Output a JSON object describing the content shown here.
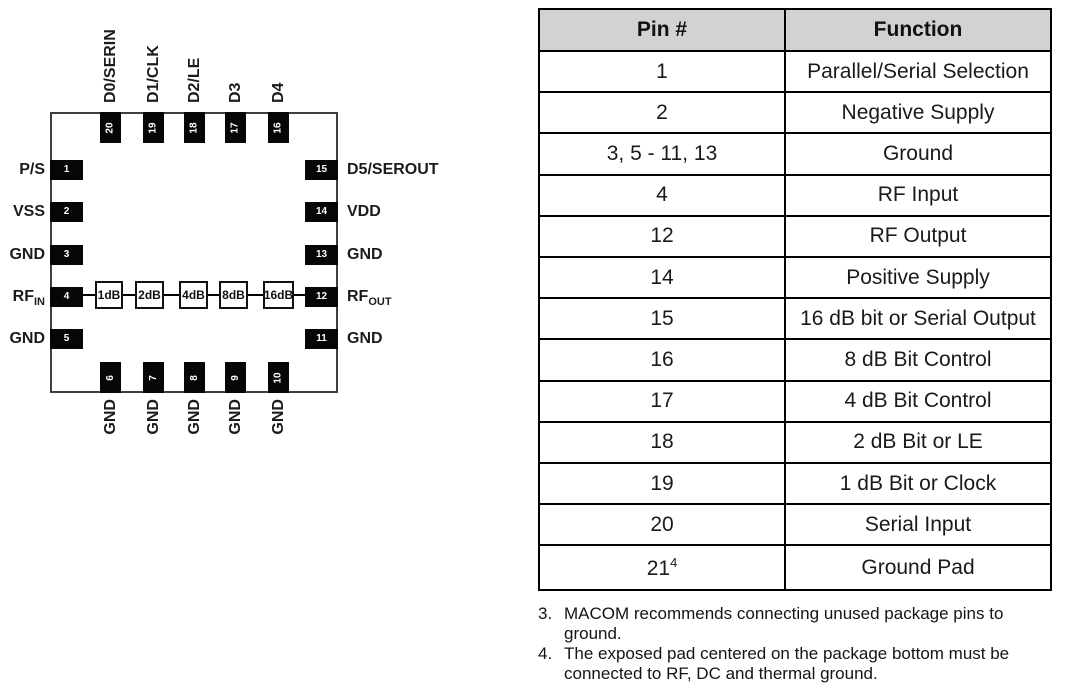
{
  "diagram": {
    "top_pins": [
      {
        "num": "20",
        "label": "D0/SERIN"
      },
      {
        "num": "19",
        "label": "D1/CLK"
      },
      {
        "num": "18",
        "label": "D2/LE"
      },
      {
        "num": "17",
        "label": "D3"
      },
      {
        "num": "16",
        "label": "D4"
      }
    ],
    "left_pins": [
      {
        "num": "1",
        "label": "P/S"
      },
      {
        "num": "2",
        "label": "VSS"
      },
      {
        "num": "3",
        "label": "GND"
      },
      {
        "num": "4",
        "label": "RF",
        "sub": "IN"
      },
      {
        "num": "5",
        "label": "GND"
      }
    ],
    "right_pins": [
      {
        "num": "15",
        "label": "D5/SEROUT"
      },
      {
        "num": "14",
        "label": "VDD"
      },
      {
        "num": "13",
        "label": "GND"
      },
      {
        "num": "12",
        "label": "RF",
        "sub": "OUT"
      },
      {
        "num": "11",
        "label": "GND"
      }
    ],
    "bottom_pins": [
      {
        "num": "6",
        "label": "GND"
      },
      {
        "num": "7",
        "label": "GND"
      },
      {
        "num": "8",
        "label": "GND"
      },
      {
        "num": "9",
        "label": "GND"
      },
      {
        "num": "10",
        "label": "GND"
      }
    ],
    "attenuator_blocks": [
      "1dB",
      "2dB",
      "4dB",
      "8dB",
      "16dB"
    ]
  },
  "table": {
    "headers": [
      "Pin #",
      "Function"
    ],
    "rows": [
      {
        "pin": "1",
        "function": "Parallel/Serial Selection"
      },
      {
        "pin": "2",
        "function": "Negative Supply"
      },
      {
        "pin": "3, 5 - 11, 13",
        "function": "Ground"
      },
      {
        "pin": "4",
        "function": "RF Input"
      },
      {
        "pin": "12",
        "function": "RF Output"
      },
      {
        "pin": "14",
        "function": "Positive Supply"
      },
      {
        "pin": "15",
        "function": "16 dB bit or Serial Output"
      },
      {
        "pin": "16",
        "function": "8 dB Bit Control"
      },
      {
        "pin": "17",
        "function": "4 dB Bit Control"
      },
      {
        "pin": "18",
        "function": "2 dB Bit or LE"
      },
      {
        "pin": "19",
        "function": "1 dB Bit or Clock"
      },
      {
        "pin": "20",
        "function": "Serial Input"
      },
      {
        "pin": "21",
        "pin_sup": "4",
        "function": "Ground Pad"
      }
    ]
  },
  "notes": [
    {
      "num": "3.",
      "lines": [
        "MACOM recommends connecting unused package pins to",
        "ground."
      ]
    },
    {
      "num": "4.",
      "lines": [
        "The exposed pad centered on the package bottom must be",
        "connected to RF, DC and thermal ground."
      ]
    }
  ],
  "colors": {
    "header_bg": "#d2d2d2",
    "pad_fill": "#060606",
    "chip_border": "#3f3f3f",
    "text": "#111111"
  }
}
